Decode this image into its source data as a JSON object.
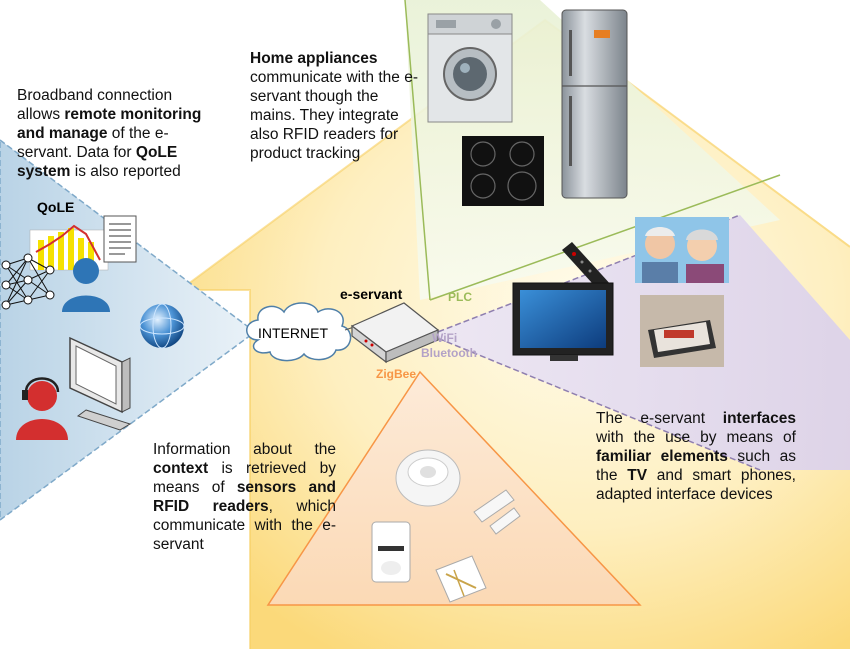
{
  "labels": {
    "eservant": "e-servant",
    "internet": "INTERNET",
    "plc": "PLC",
    "wifi": "WiFi",
    "bluetooth": "Bluetooth",
    "zigbee": "ZigBee",
    "qole": "QoLE"
  },
  "texts": {
    "broadband": {
      "p1": "Broadband connection allows ",
      "b1": "remote monitoring and manage",
      "p2": " of the e-servant. Data for ",
      "b2": "QoLE system",
      "p3": " is also reported"
    },
    "appliances": {
      "b1": "Home appliances",
      "p1": " communicate with the e-servant though the mains. They integrate also RFID readers for product tracking"
    },
    "context": {
      "p1": "Information about the ",
      "b1": "context",
      "p2": " is retrieved by means of ",
      "b2": "sensors and RFID readers",
      "p3": ", which communicate with the e-servant"
    },
    "interfaces": {
      "p1": "The e-servant ",
      "b1": "interfaces",
      "p2": " with the use by means of ",
      "b2": "familiar elements",
      "p3": " such as the ",
      "b3": "TV",
      "p4": " and smart phones, adapted interface devices"
    }
  },
  "colors": {
    "house": "#fde7a8",
    "house_edge": "#f6cf62",
    "plc": "#9bbb59",
    "wifi": "#b3a2c7",
    "zigbee": "#f79646",
    "internet_region": "#c6dbe8"
  }
}
